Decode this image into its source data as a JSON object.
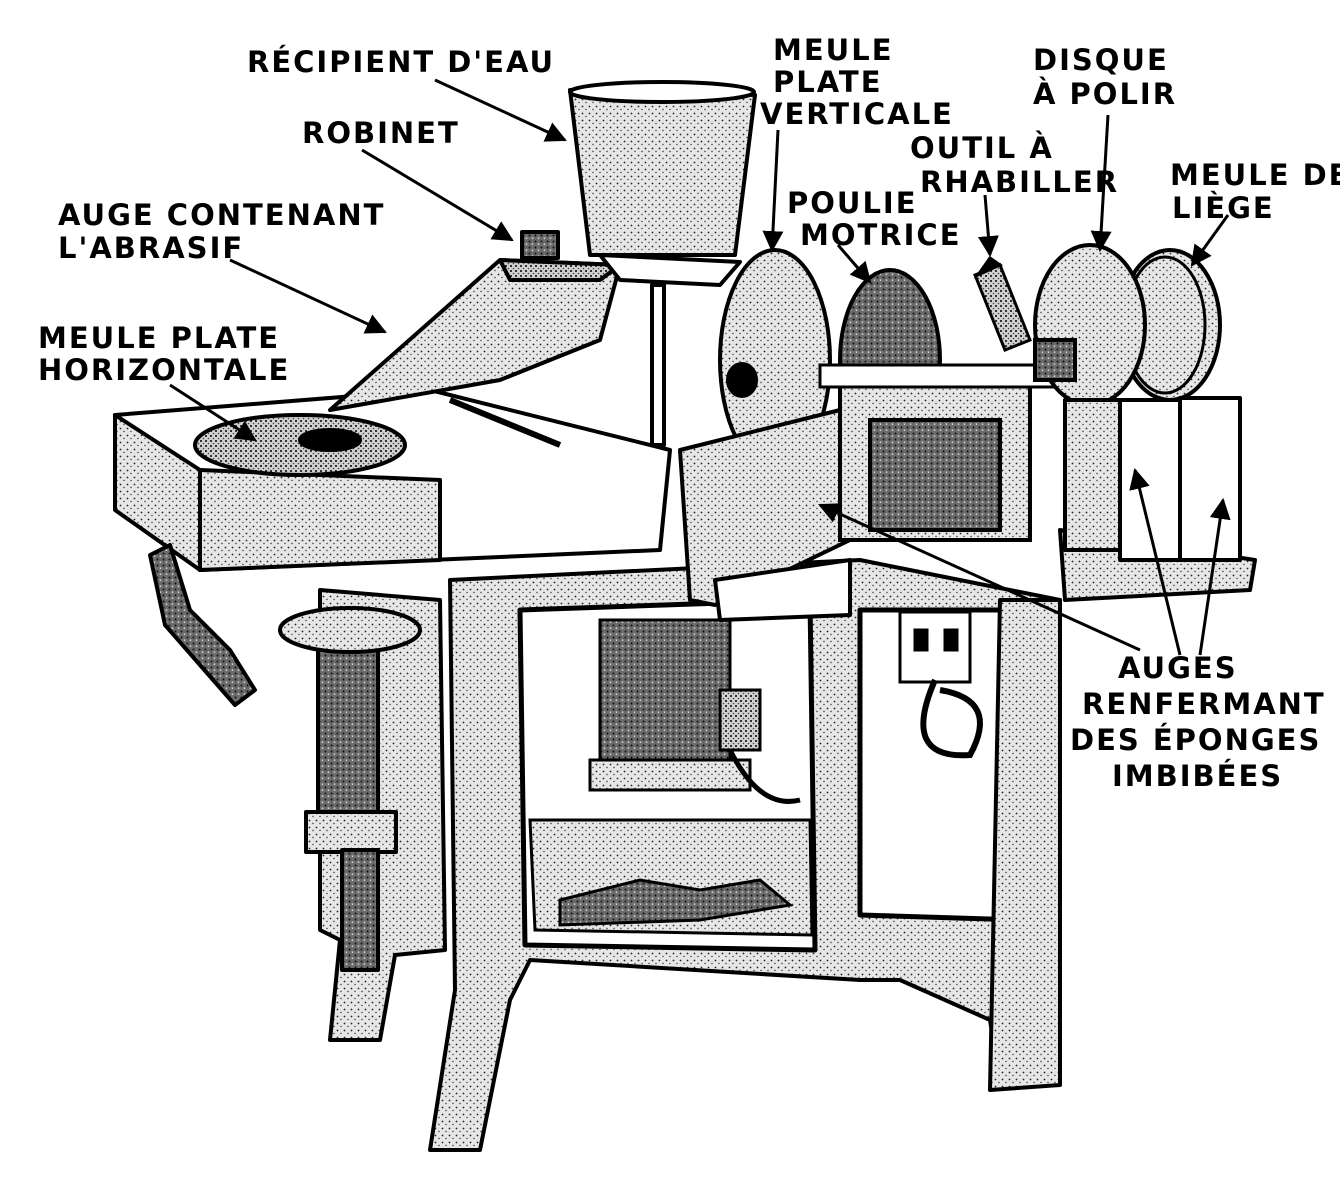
{
  "labels": {
    "recipient_eau": "RÉCIPIENT D'EAU",
    "robinet": "ROBINET",
    "auge_abrasif_line1": "AUGE CONTENANT",
    "auge_abrasif_line2": "L'ABRASIF",
    "meule_horizontale_line1": "MEULE PLATE",
    "meule_horizontale_line2": "HORIZONTALE",
    "meule_verticale_line1": "MEULE",
    "meule_verticale_line2": "PLATE",
    "meule_verticale_line3": "VERTICALE",
    "poulie_line1": "POULIE",
    "poulie_line2": "MOTRICE",
    "outil_line1": "OUTIL À",
    "outil_line2": "RHABILLER",
    "disque_line1": "DISQUE",
    "disque_line2": "À POLIR",
    "meule_liege_line1": "MEULE DE",
    "meule_liege_line2": "LIÈGE",
    "auges_eponges_line1": "AUGES",
    "auges_eponges_line2": "RENFERMANT",
    "auges_eponges_line3": "DES ÉPONGES",
    "auges_eponges_line4": "IMBIBÉES"
  },
  "colors": {
    "ink": "#000000",
    "paper": "#ffffff",
    "casting": "#e4e4e4",
    "shade": "#b9b9b9"
  }
}
